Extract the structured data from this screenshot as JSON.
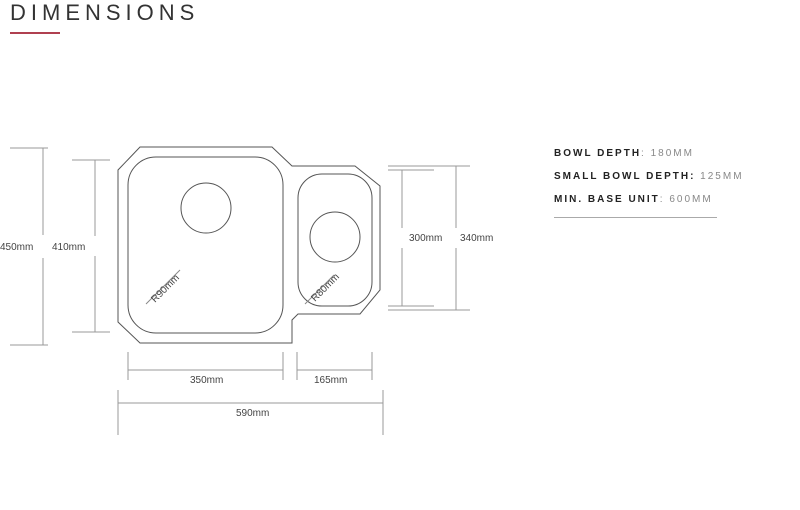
{
  "title": "DIMENSIONS",
  "accent_color": "#b04050",
  "diagram": {
    "dims": {
      "overall_height": "450mm",
      "bowl_height": "410mm",
      "small_bowl_height": "300mm",
      "small_overall_height": "340mm",
      "bowl_width": "350mm",
      "small_bowl_width": "165mm",
      "overall_width": "590mm",
      "bowl_radius": "R90mm",
      "small_bowl_radius": "R80mm"
    }
  },
  "specs": [
    {
      "label": "BOWL DEPTH",
      "value": ": 180MM"
    },
    {
      "label": "SMALL BOWL DEPTH:",
      "value": " 125MM"
    },
    {
      "label": "MIN. BASE UNIT",
      "value": ": 600MM"
    }
  ]
}
